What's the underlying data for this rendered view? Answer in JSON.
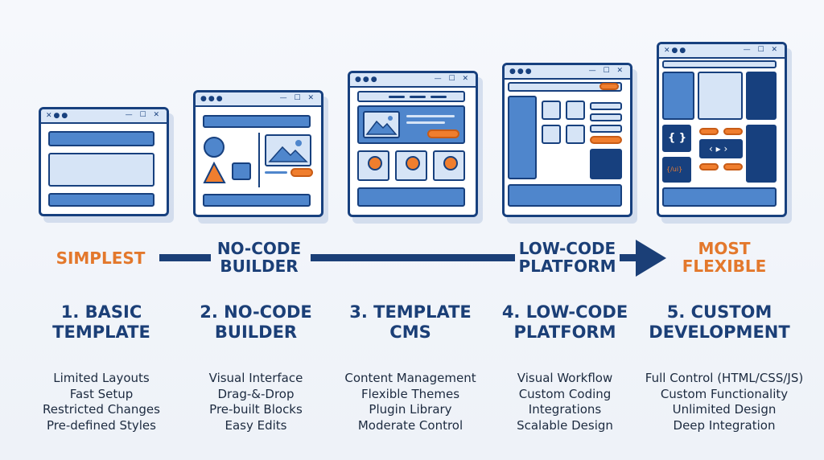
{
  "window_chrome": {
    "dots": "●●●",
    "dots_x": "✕●●",
    "controls": "— ☐ ✕"
  },
  "icons": {
    "code_braces": "{ }",
    "code_tag": "{/ui}",
    "code_arrows": "‹ ▸ ›"
  },
  "flow": {
    "simplest": "SIMPLEST",
    "no_code": [
      "NO-CODE",
      "BUILDER"
    ],
    "low_code": [
      "LOW-CODE",
      "PLATFORM"
    ],
    "most_flexible": [
      "MOST",
      "FLEXIBLE"
    ]
  },
  "columns": [
    {
      "title": [
        "1. BASIC",
        "TEMPLATE"
      ],
      "features": [
        "Limited Layouts",
        "Fast Setup",
        "Restricted Changes",
        "Pre-defined Styles"
      ]
    },
    {
      "title": [
        "2. NO-CODE",
        "BUILDER"
      ],
      "features": [
        "Visual Interface",
        "Drag-&-Drop",
        "Pre-built Blocks",
        "Easy Edits"
      ]
    },
    {
      "title": [
        "3. TEMPLATE",
        "CMS"
      ],
      "features": [
        "Content Management",
        "Flexible Themes",
        "Plugin Library",
        "Moderate Control"
      ]
    },
    {
      "title": [
        "4. LOW-CODE",
        "PLATFORM"
      ],
      "features": [
        "Visual Workflow",
        "Custom Coding",
        "Integrations",
        "Scalable Design"
      ]
    },
    {
      "title": [
        "5. CUSTOM",
        "DEVELOPMENT"
      ],
      "features": [
        "Full Control (HTML/CSS/JS)",
        "Custom Functionality",
        "Unlimited Design",
        "Deep Integration"
      ]
    }
  ],
  "colors": {
    "navy": "#1b3f77",
    "accent_orange": "#e3782c",
    "block_blue": "#4f86cc",
    "light_blue": "#d6e4f6"
  }
}
